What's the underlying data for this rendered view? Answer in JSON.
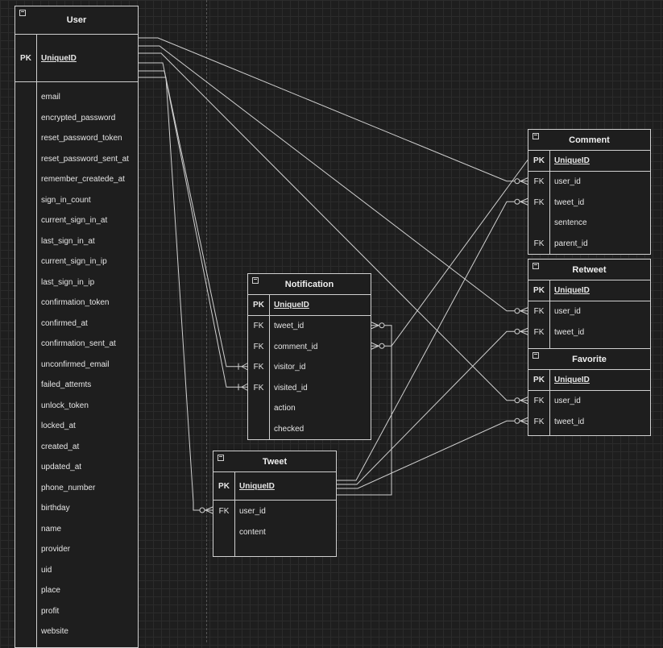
{
  "entities": {
    "user": {
      "title": "User",
      "pk": {
        "key": "PK",
        "name": "UniqueID"
      },
      "fields": [
        "email",
        "encrypted_password",
        "reset_password_token",
        "reset_password_sent_at",
        "remember_createde_at",
        "sign_in_count",
        "current_sign_in_at",
        "last_sign_in_at",
        "current_sign_in_ip",
        "last_sign_in_ip",
        "confirmation_token",
        "confirmed_at",
        "confirmation_sent_at",
        "unconfirmed_email",
        "failed_attemts",
        "unlock_token",
        "locked_at",
        "created_at",
        "updated_at",
        "phone_number",
        "birthday",
        "name",
        "provider",
        "uid",
        "place",
        "profit",
        "website"
      ]
    },
    "comment": {
      "title": "Comment",
      "pk": {
        "key": "PK",
        "name": "UniqueID"
      },
      "rows": [
        {
          "key": "FK",
          "name": "user_id"
        },
        {
          "key": "FK",
          "name": "tweet_id"
        },
        {
          "key": "",
          "name": "sentence"
        },
        {
          "key": "FK",
          "name": "parent_id"
        }
      ]
    },
    "retweet": {
      "title": "Retweet",
      "pk": {
        "key": "PK",
        "name": "UniqueID"
      },
      "rows": [
        {
          "key": "FK",
          "name": "user_id"
        },
        {
          "key": "FK",
          "name": "tweet_id"
        }
      ]
    },
    "favorite": {
      "title": "Favorite",
      "pk": {
        "key": "PK",
        "name": "UniqueID"
      },
      "rows": [
        {
          "key": "FK",
          "name": "user_id"
        },
        {
          "key": "FK",
          "name": "tweet_id"
        }
      ]
    },
    "notification": {
      "title": "Notification",
      "pk": {
        "key": "PK",
        "name": "UniqueID"
      },
      "rows": [
        {
          "key": "FK",
          "name": "tweet_id"
        },
        {
          "key": "FK",
          "name": "comment_id"
        },
        {
          "key": "FK",
          "name": "visitor_id"
        },
        {
          "key": "FK",
          "name": "visited_id"
        },
        {
          "key": "",
          "name": "action"
        },
        {
          "key": "",
          "name": "checked"
        }
      ]
    },
    "tweet": {
      "title": "Tweet",
      "pk": {
        "key": "PK",
        "name": "UniqueID"
      },
      "rows": [
        {
          "key": "FK",
          "name": "user_id"
        },
        {
          "key": "",
          "name": "content"
        }
      ]
    }
  },
  "relationships": [
    {
      "from": "user.UniqueID",
      "to": "comment.user_id",
      "end": "zero-or-many"
    },
    {
      "from": "user.UniqueID",
      "to": "retweet.user_id",
      "end": "zero-or-many"
    },
    {
      "from": "user.UniqueID",
      "to": "favorite.user_id",
      "end": "zero-or-many"
    },
    {
      "from": "user.UniqueID",
      "to": "notification.visitor_id",
      "end": "one-or-many"
    },
    {
      "from": "user.UniqueID",
      "to": "notification.visited_id",
      "end": "one-or-many"
    },
    {
      "from": "user.UniqueID",
      "to": "tweet.user_id",
      "end": "zero-or-many"
    },
    {
      "from": "tweet.UniqueID",
      "to": "comment.tweet_id",
      "end": "zero-or-many"
    },
    {
      "from": "tweet.UniqueID",
      "to": "retweet.tweet_id",
      "end": "zero-or-many"
    },
    {
      "from": "tweet.UniqueID",
      "to": "favorite.tweet_id",
      "end": "zero-or-many"
    },
    {
      "from": "tweet.UniqueID",
      "to": "notification.tweet_id",
      "end": "zero-or-many"
    },
    {
      "from": "comment.UniqueID",
      "to": "notification.comment_id",
      "end": "zero-or-many"
    }
  ],
  "colors": {
    "background": "#1e1e1e",
    "grid": "#2b2b2b",
    "line": "#d0d0d0",
    "text": "#e6e6e6"
  }
}
